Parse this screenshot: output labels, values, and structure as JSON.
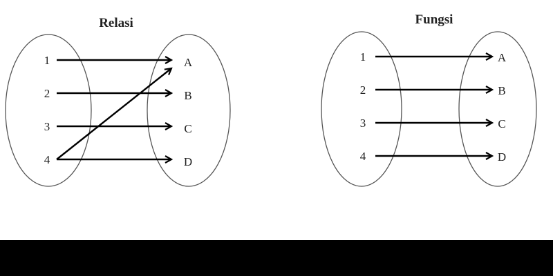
{
  "relasi": {
    "title": "Relasi",
    "domain": [
      "1",
      "2",
      "3",
      "4"
    ],
    "codomain": [
      "A",
      "B",
      "C",
      "D"
    ],
    "mappings": [
      [
        0,
        0
      ],
      [
        1,
        1
      ],
      [
        2,
        2
      ],
      [
        3,
        0
      ],
      [
        3,
        3
      ]
    ]
  },
  "fungsi": {
    "title": "Fungsi",
    "domain": [
      "1",
      "2",
      "3",
      "4"
    ],
    "codomain": [
      "A",
      "B",
      "C",
      "D"
    ],
    "mappings": [
      [
        0,
        0
      ],
      [
        1,
        1
      ],
      [
        2,
        2
      ],
      [
        3,
        3
      ]
    ]
  },
  "colors": {
    "line": "#000000",
    "ellipse": "#555555",
    "bar": "#000000"
  }
}
